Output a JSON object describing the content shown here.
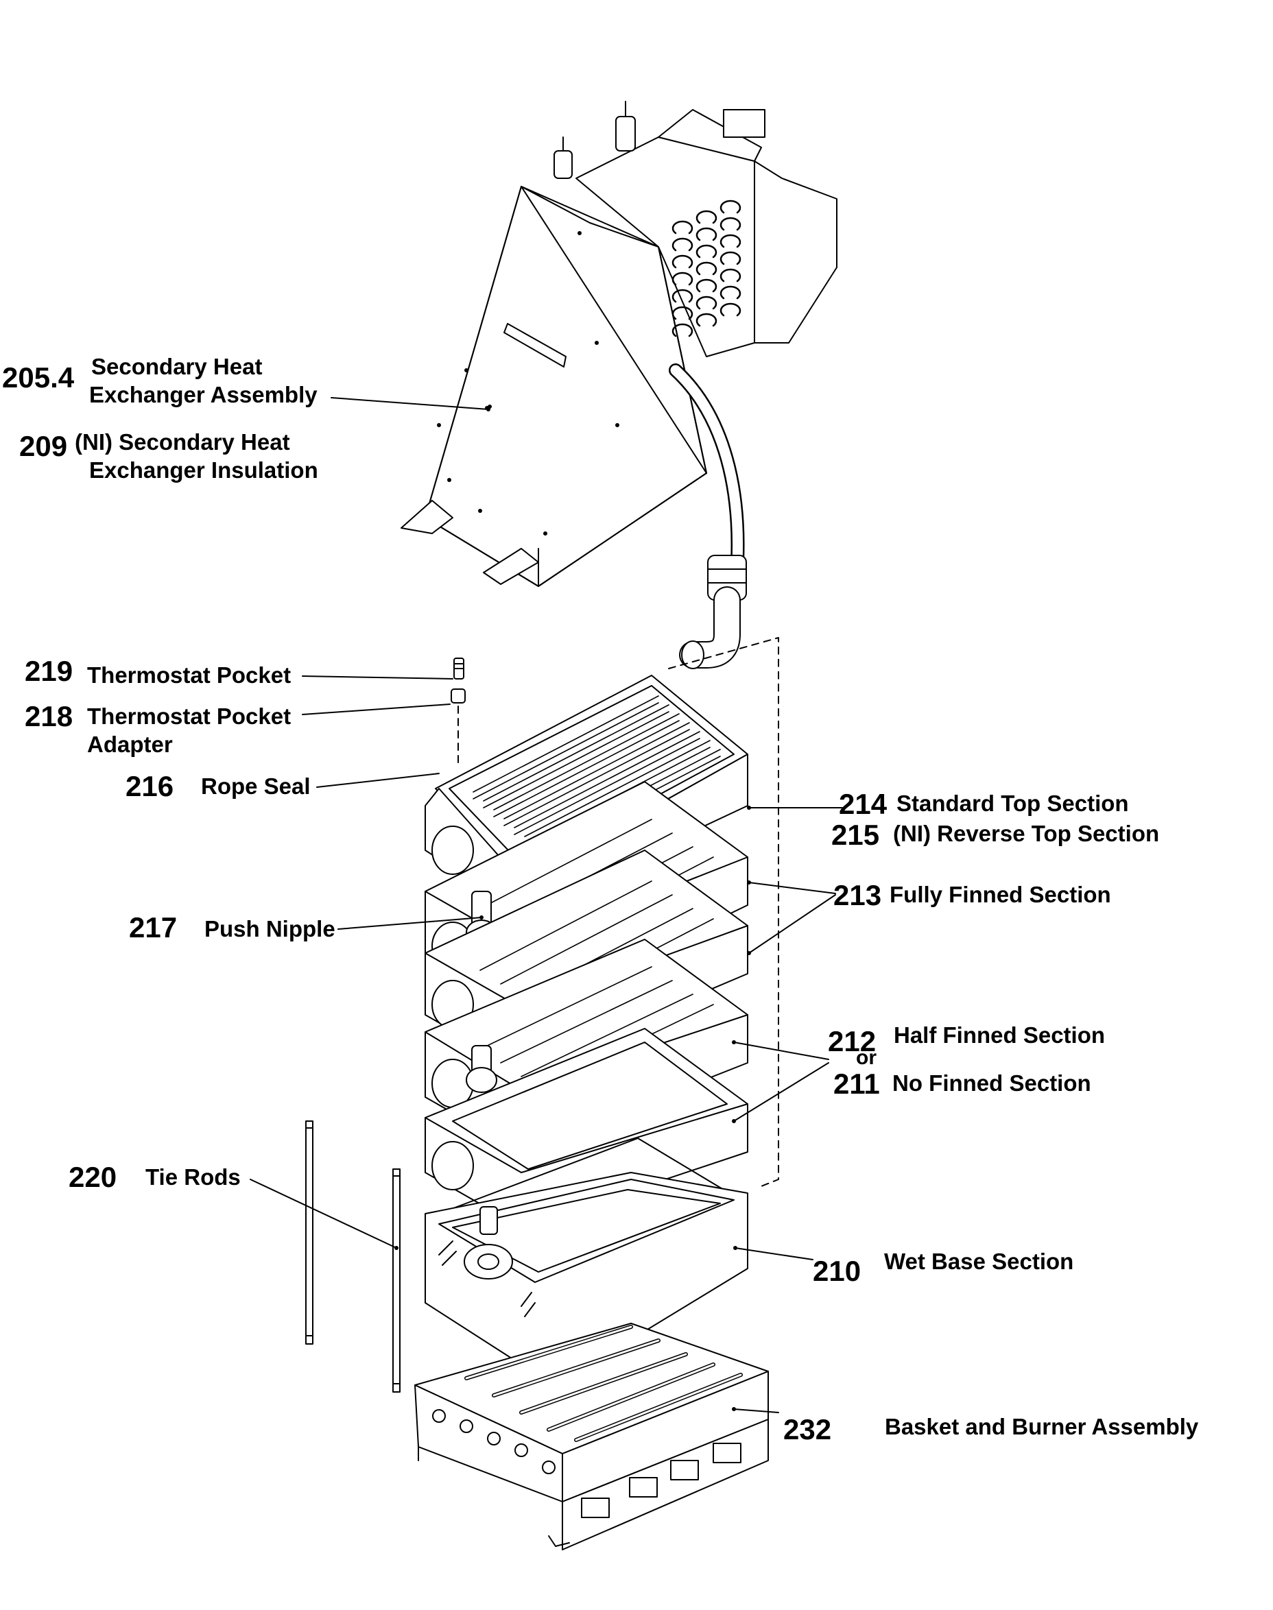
{
  "callouts": {
    "c205": {
      "num": "205.4",
      "line1": "Secondary Heat",
      "line2": "Exchanger Assembly"
    },
    "c209": {
      "num": "209",
      "line1": "(NI) Secondary Heat",
      "line2": "Exchanger Insulation"
    },
    "c219": {
      "num": "219",
      "text": "Thermostat Pocket"
    },
    "c218": {
      "num": "218",
      "line1": "Thermostat Pocket",
      "line2": "Adapter"
    },
    "c216": {
      "num": "216",
      "text": "Rope Seal"
    },
    "c214": {
      "num": "214",
      "text": "Standard Top Section"
    },
    "c215": {
      "num": "215",
      "text": "(NI) Reverse Top Section"
    },
    "c213": {
      "num": "213",
      "text": "Fully Finned Section"
    },
    "c217": {
      "num": "217",
      "text": "Push Nipple"
    },
    "c212": {
      "num": "212",
      "text": "Half Finned Section"
    },
    "or": "or",
    "c211": {
      "num": "211",
      "text": "No Finned Section"
    },
    "c220": {
      "num": "220",
      "text": "Tie Rods"
    },
    "c210": {
      "num": "210",
      "text": "Wet Base Section"
    },
    "c232": {
      "num": "232",
      "text": "Basket and Burner Assembly"
    }
  }
}
